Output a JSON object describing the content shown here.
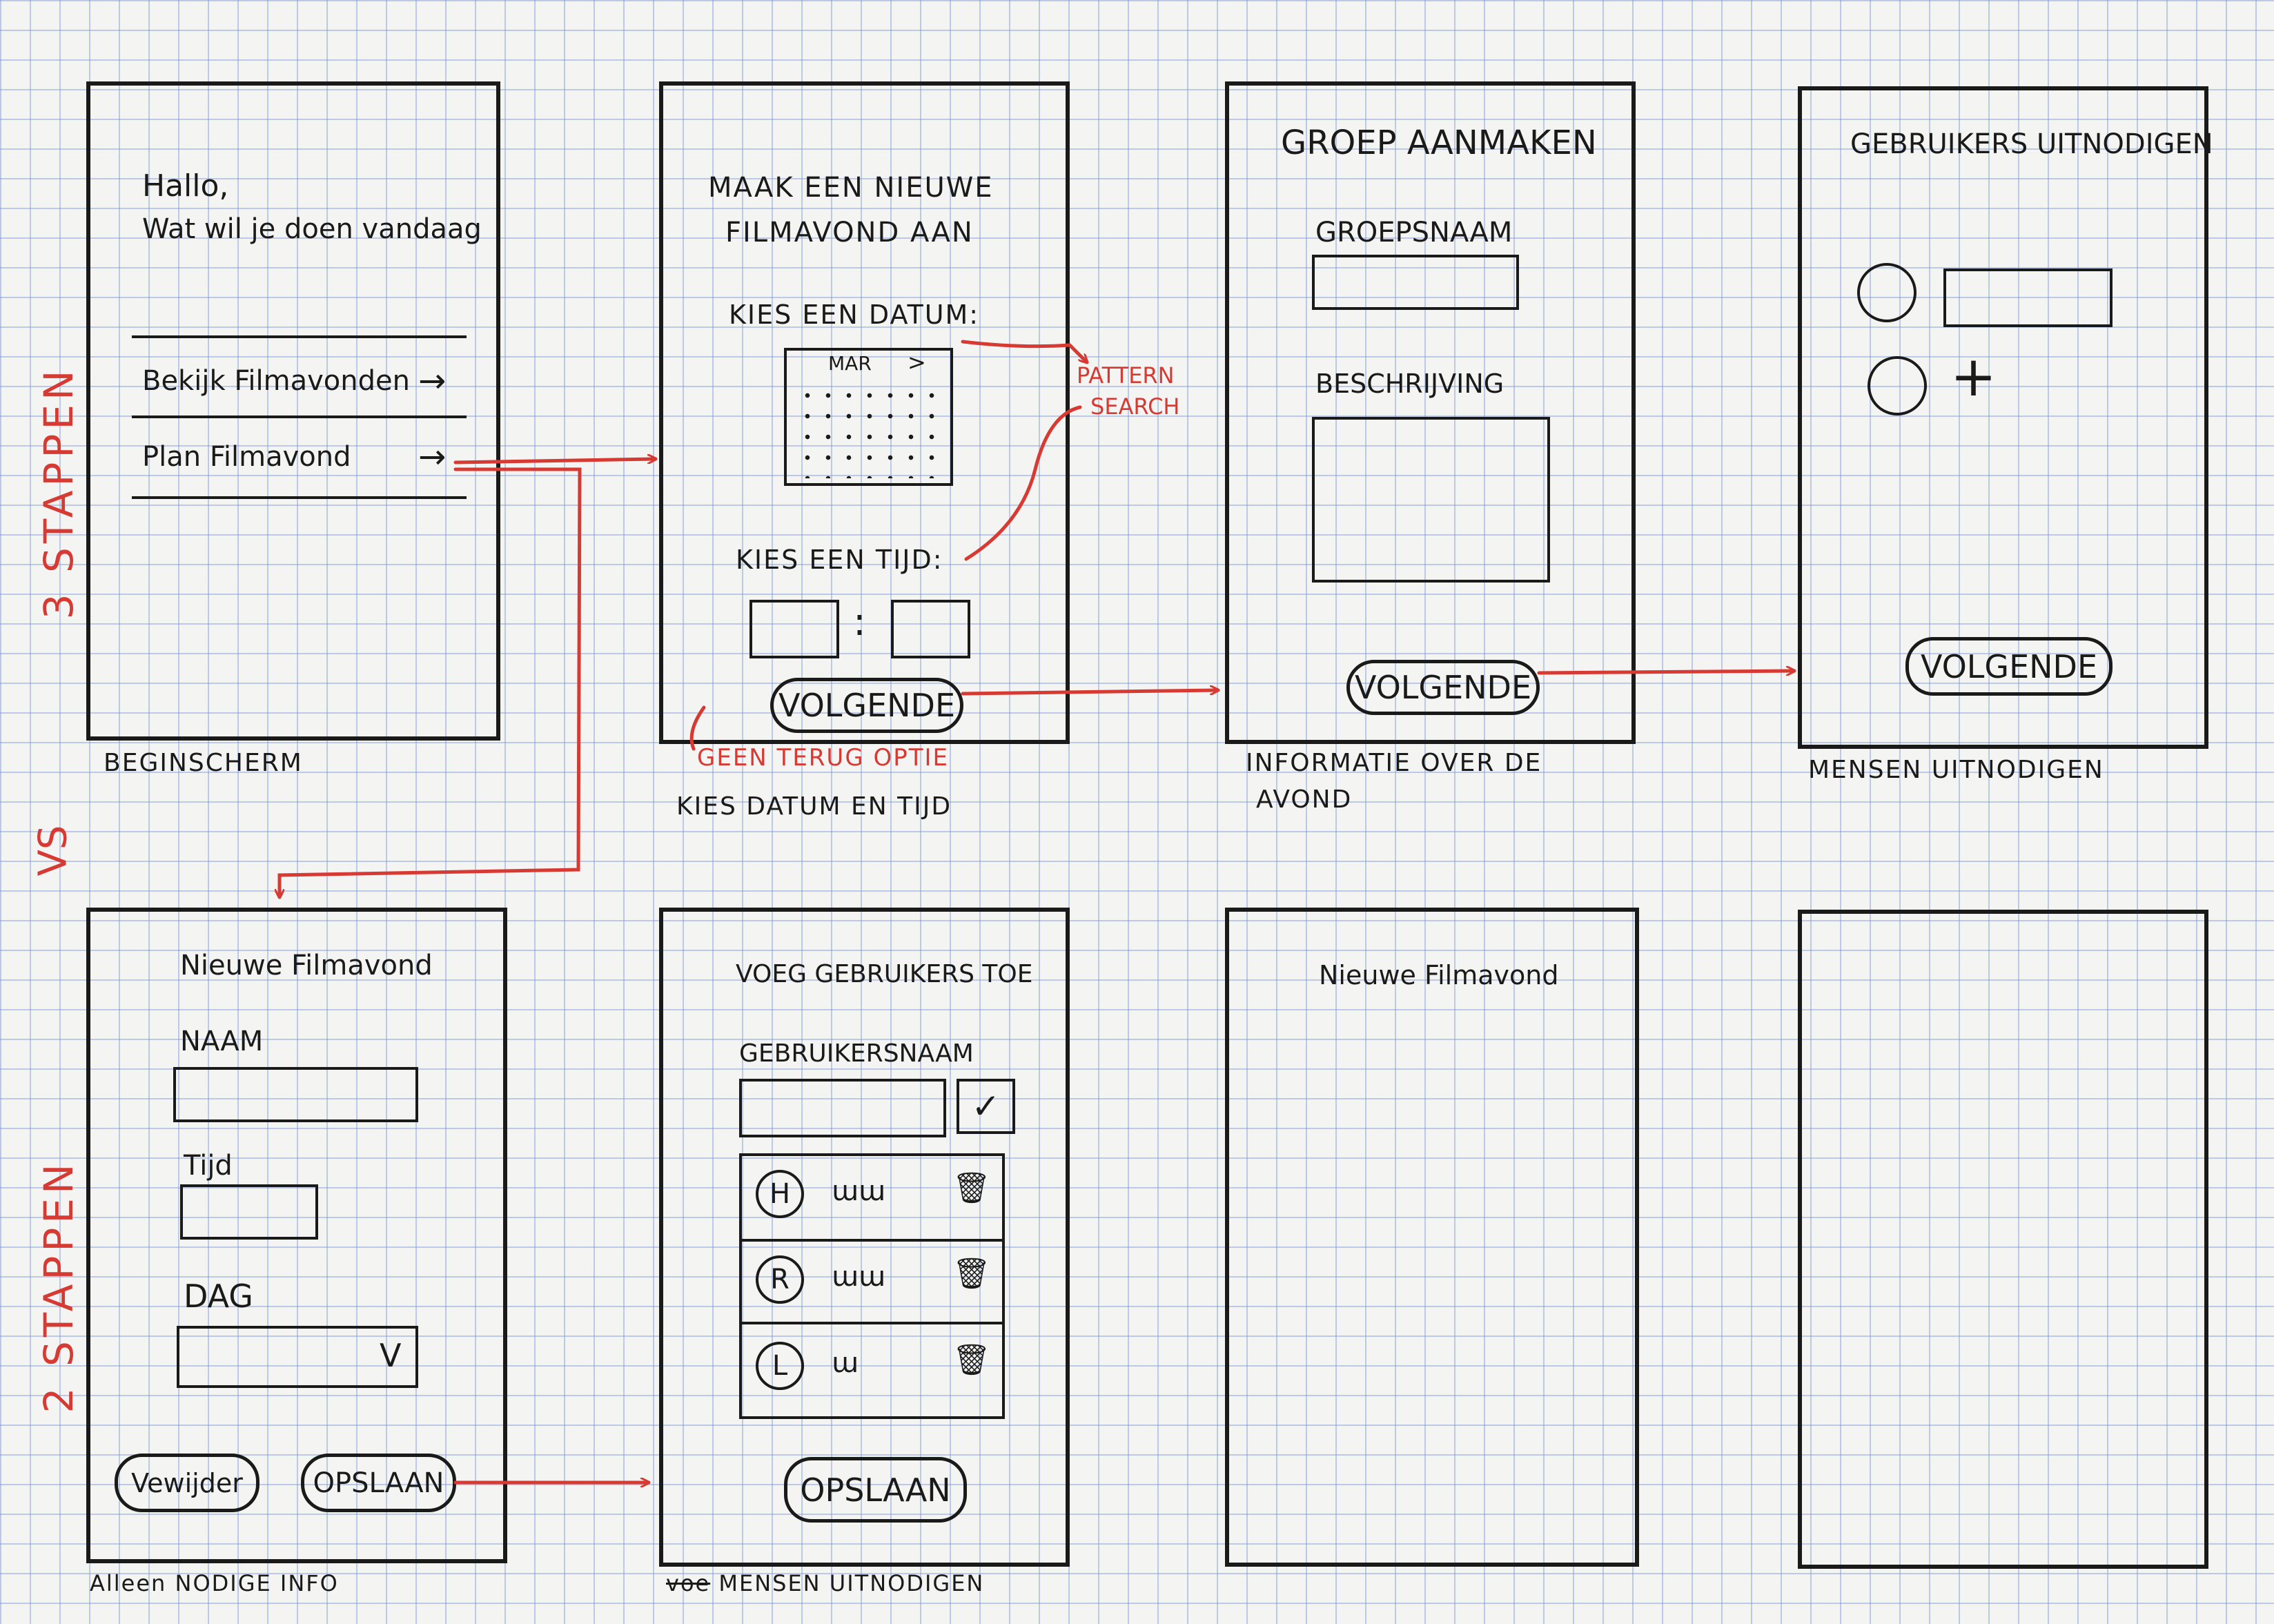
{
  "side_labels": {
    "top": "3 STAPPEN",
    "vs": "VS",
    "bottom": "2 STAPPEN"
  },
  "screen1": {
    "greeting_1": "Hallo,",
    "greeting_2": "Wat wil je doen vandaag",
    "menu_1": "Bekijk Filmavonden",
    "menu_2": "Plan Filmavond",
    "arrow": "→",
    "caption": "BEGINSCHERM"
  },
  "screen2": {
    "title_1": "MAAK EEN NIEUWE",
    "title_2": "FILMAVOND AAN",
    "date_label": "KIES EEN DATUM:",
    "month": "MAR",
    "chevron": ">",
    "time_label": "KIES EEN TIJD:",
    "colon": ":",
    "next_button": "VOLGENDE",
    "caption": "KIES DATUM EN TIJD"
  },
  "screen3": {
    "title": "GROEP AANMAKEN",
    "group_label": "GROEPSNAAM",
    "desc_label": "BESCHRIJVING",
    "next_button": "VOLGENDE",
    "caption_1": "INFORMATIE OVER DE",
    "caption_2": "AVOND"
  },
  "screen4": {
    "title": "GEBRUIKERS UITNODIGEN",
    "plus": "+",
    "next_button": "VOLGENDE",
    "caption": "MENSEN UITNODIGEN"
  },
  "screen5": {
    "title": "Nieuwe Filmavond",
    "name_label": "NAAM",
    "time_label": "Tijd",
    "day_label": "DAG",
    "dropdown_glyph": "V",
    "delete_button": "Vewijder",
    "save_button": "OPSLAAN",
    "caption": "Alleen NODIGE INFO"
  },
  "screen6": {
    "title": "VOEG GEBRUIKERS TOE",
    "username_label": "GEBRUIKERSNAAM",
    "check": "✓",
    "users": [
      {
        "initial": "H",
        "name": "ɯɯ"
      },
      {
        "initial": "R",
        "name": "ɯɯ"
      },
      {
        "initial": "L",
        "name": "ɯ"
      }
    ],
    "save_button": "OPSLAAN",
    "caption_strike": "voe",
    "caption": "MENSEN UITNODIGEN"
  },
  "screen7": {
    "title": "Nieuwe Filmavond"
  },
  "annotations": {
    "pattern_1": "PATTERN",
    "pattern_2": "SEARCH",
    "no_back": "GEEN TERUG OPTIE"
  },
  "colors": {
    "ink": "#1a1a1a",
    "annotation": "#d63a32",
    "grid": "#7896d7"
  }
}
